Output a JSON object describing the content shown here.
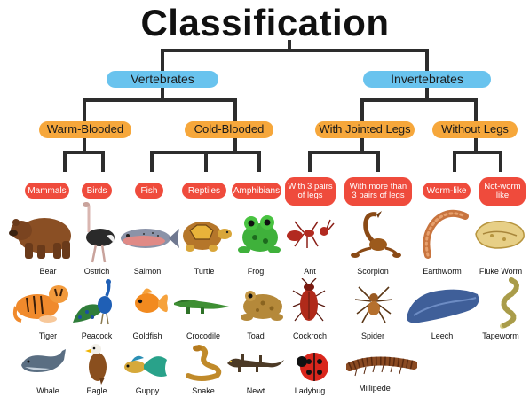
{
  "title": "Classification",
  "level1": {
    "vertebrates": "Vertebrates",
    "invertebrates": "Invertebrates"
  },
  "level2": {
    "warm_blooded": "Warm-Blooded",
    "cold_blooded": "Cold-Blooded",
    "with_jointed_legs": "With Jointed Legs",
    "without_legs": "Without Legs"
  },
  "level3": {
    "mammals": "Mammals",
    "birds": "Birds",
    "fish": "Fish",
    "reptiles": "Reptiles",
    "amphibians": "Amphibians",
    "three_pairs": "With 3 pairs of legs",
    "more_than_three": "With more than 3 pairs of legs",
    "worm_like": "Worm-like",
    "not_worm_like": "Not-worm like"
  },
  "animals": {
    "bear": "Bear",
    "ostrich": "Ostrich",
    "salmon": "Salmon",
    "turtle": "Turtle",
    "frog": "Frog",
    "ant": "Ant",
    "scorpion": "Scorpion",
    "earthworm": "Earthworm",
    "fluke_worm": "Fluke  Worm",
    "tiger": "Tiger",
    "peacock": "Peacock",
    "goldfish": "Goldfish",
    "crocodile": "Crocodile",
    "toad": "Toad",
    "cockroach": "Cockroch",
    "spider": "Spider",
    "leech": "Leech",
    "tapeworm": "Tapeworm",
    "whale": "Whale",
    "eagle": "Eagle",
    "guppy": "Guppy",
    "snake": "Snake",
    "newt": "Newt",
    "ladybug": "Ladybug",
    "millipede": "Millipede"
  },
  "colors": {
    "blue": "#69c3ee",
    "orange": "#f6a73b",
    "red": "#ef4b3c",
    "line": "#2d2d2d"
  }
}
